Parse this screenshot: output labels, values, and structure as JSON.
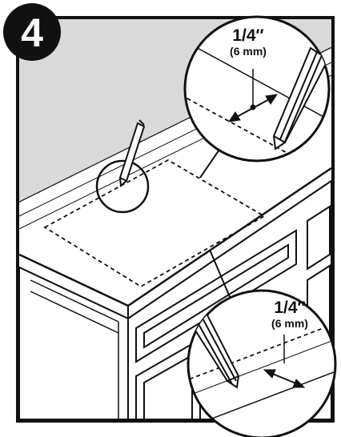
{
  "step": {
    "number": "4"
  },
  "callout_top": {
    "fraction": "1/4″",
    "metric": "(6 mm)"
  },
  "callout_bottom": {
    "fraction": "1/4″",
    "metric": "(6 mm)"
  },
  "colors": {
    "line": "#111111",
    "wall": "#d9d9d9",
    "paper": "#ffffff"
  }
}
